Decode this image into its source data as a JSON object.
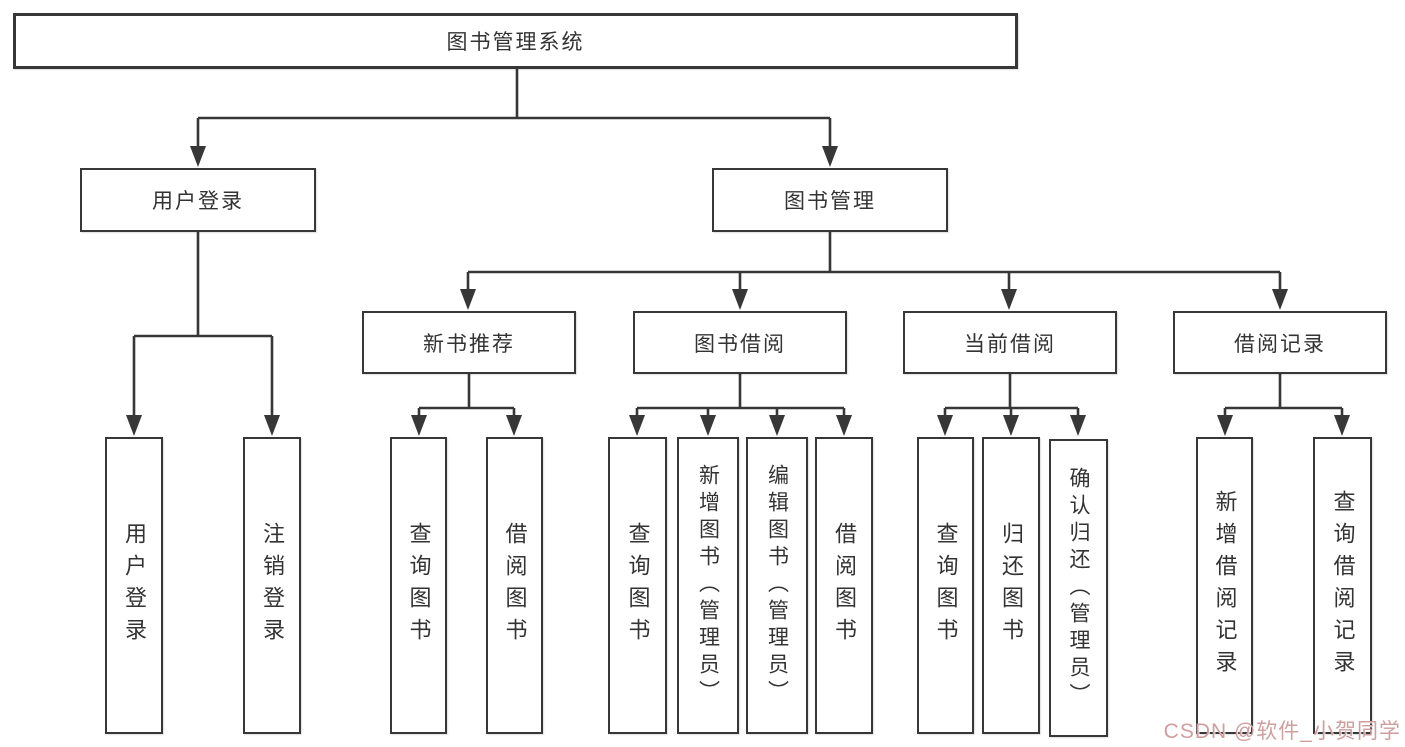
{
  "nodes": {
    "root": {
      "label": "图书管理系统"
    },
    "user_login": {
      "label": "用户登录"
    },
    "book_mgmt": {
      "label": "图书管理"
    },
    "new_book_rec": {
      "label": "新书推荐"
    },
    "book_borrow": {
      "label": "图书借阅"
    },
    "current_borrow": {
      "label": "当前借阅"
    },
    "borrow_records": {
      "label": "借阅记录"
    },
    "ul_user_login": {
      "label": "用户登录"
    },
    "ul_logout": {
      "label": "注销登录"
    },
    "nb_query_book": {
      "label": "查询图书"
    },
    "nb_borrow_book": {
      "label": "借阅图书"
    },
    "bb_query_book": {
      "label": "查询图书"
    },
    "bb_add_book": {
      "label": "新增图书（管理员）"
    },
    "bb_edit_book": {
      "label": "编辑图书（管理员）"
    },
    "bb_borrow_book": {
      "label": "借阅图书"
    },
    "cb_query_book": {
      "label": "查询图书"
    },
    "cb_return_book": {
      "label": "归还图书"
    },
    "cb_confirm_return": {
      "label": "确认归还（管理员）"
    },
    "br_add_record": {
      "label": "新增借阅记录"
    },
    "br_query_record": {
      "label": "查询借阅记录"
    }
  },
  "watermark": {
    "text": "CSDN @软件_小贺同学"
  },
  "colors": {
    "line": "#373737",
    "box_border": "#373737",
    "box_bg": "#ffffff",
    "watermark": "#cf9e9e"
  }
}
